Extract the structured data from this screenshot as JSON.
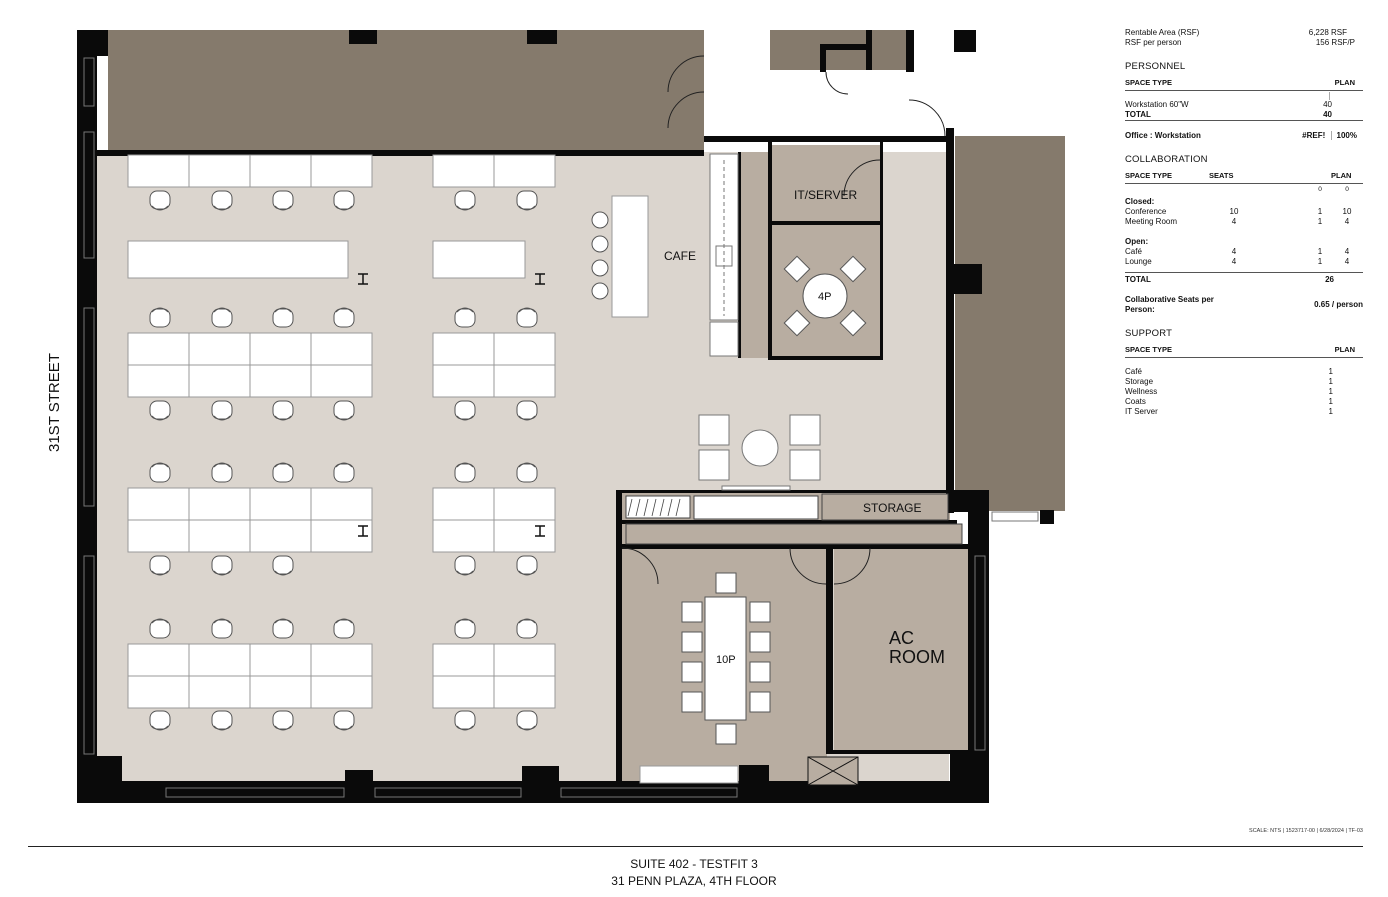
{
  "plan": {
    "street_label": "31ST STREET",
    "rooms": {
      "cafe": "CAFE",
      "it_server": "IT/SERVER",
      "meeting_4p": "4P",
      "storage": "STORAGE",
      "conference_10p": "10P",
      "ac_room_line1": "AC",
      "ac_room_line2": "ROOM"
    }
  },
  "summary": {
    "rentable_label": "Rentable Area (RSF)",
    "rentable_value": "6,228 RSF",
    "rsf_person_label": "RSF per person",
    "rsf_person_value": "156 RSF/P"
  },
  "personnel": {
    "title": "PERSONNEL",
    "col_type": "SPACE TYPE",
    "col_plan": "PLAN",
    "rows": [
      {
        "type": "Workstation 60\"W",
        "plan": "40"
      }
    ],
    "total_label": "TOTAL",
    "total_value": "40",
    "ratio_label": "Office : Workstation",
    "ratio_value_a": "#REF!",
    "ratio_value_b": "100%"
  },
  "collaboration": {
    "title": "COLLABORATION",
    "col_type": "SPACE TYPE",
    "col_seats": "SEATS",
    "col_plan": "PLAN",
    "sub_a": "0",
    "sub_b": "0",
    "closed_label": "Closed:",
    "closed_rows": [
      {
        "type": "Conference",
        "seats": "10",
        "a": "1",
        "b": "10"
      },
      {
        "type": "Meeting Room",
        "seats": "4",
        "a": "1",
        "b": "4"
      }
    ],
    "open_label": "Open:",
    "open_rows": [
      {
        "type": "Café",
        "seats": "4",
        "a": "1",
        "b": "4"
      },
      {
        "type": "Lounge",
        "seats": "4",
        "a": "1",
        "b": "4"
      }
    ],
    "total_label": "TOTAL",
    "total_value": "26",
    "per_person_label": "Collaborative Seats per Person:",
    "per_person_value": "0.65 / person"
  },
  "support": {
    "title": "SUPPORT",
    "col_type": "SPACE TYPE",
    "col_plan": "PLAN",
    "rows": [
      {
        "type": "Café",
        "plan": "1"
      },
      {
        "type": "Storage",
        "plan": "1"
      },
      {
        "type": "Wellness",
        "plan": "1"
      },
      {
        "type": "Coats",
        "plan": "1"
      },
      {
        "type": "IT Server",
        "plan": "1"
      }
    ]
  },
  "scale_note": "SCALE: NTS | 1523717-00 | 6/28/2024 | TF-03",
  "title_line1": "SUITE 402 - TESTFIT 3",
  "title_line2": "31 PENN PLAZA, 4TH FLOOR",
  "colors": {
    "floor": "#dbd5ce",
    "room": "#b8ada1",
    "core": "#857a6c",
    "wall": "#0a0a0a",
    "furniture": "#ffffff"
  }
}
